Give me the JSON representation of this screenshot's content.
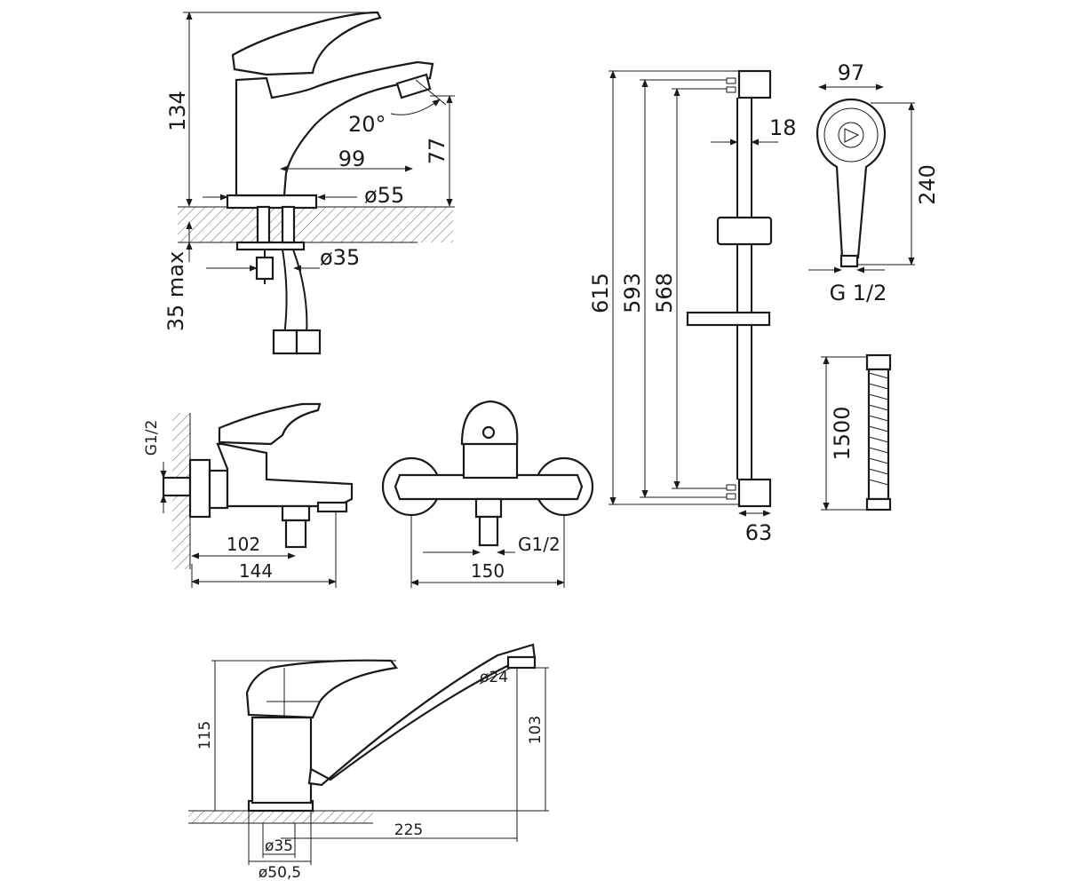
{
  "basin_mixer": {
    "height": "134",
    "angle": "20°",
    "reach": "99",
    "spout_height": "77",
    "base_diameter": "ø55",
    "shank_diameter": "ø35",
    "max_thickness": "35 max"
  },
  "bath_mixer": {
    "inlet_thread": "G1/2",
    "offset": "102",
    "depth": "144",
    "outlet_thread": "G1/2",
    "width": "150"
  },
  "shower_rail": {
    "total_height": "615",
    "bracket_height": "593",
    "rail_length": "568",
    "rail_offset": "18",
    "bracket_depth": "63"
  },
  "hand_shower": {
    "head_diameter": "97",
    "length": "240",
    "thread": "G 1/2"
  },
  "hose": {
    "length": "1500"
  },
  "sink_mixer": {
    "height": "115",
    "spout_height": "103",
    "aerator_diameter": "ø24",
    "reach": "225",
    "shank_diameter": "ø35",
    "base_diameter": "ø50,5"
  }
}
